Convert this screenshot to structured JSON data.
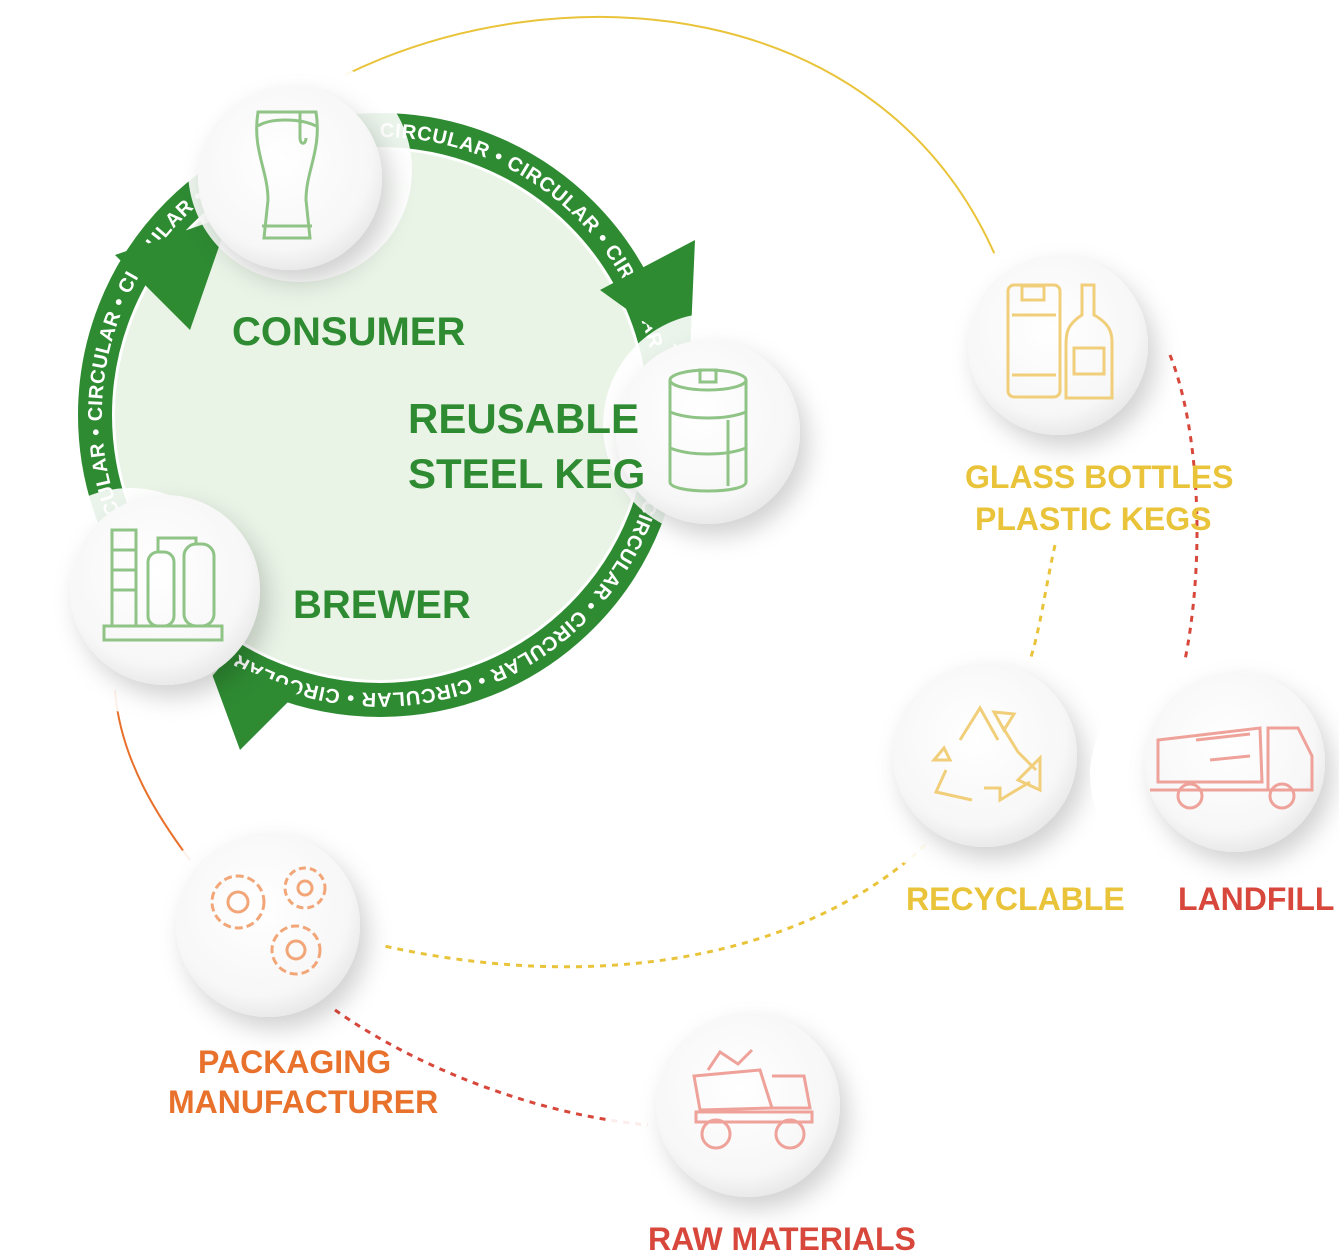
{
  "colors": {
    "green": "#2e8b32",
    "green_light": "#e9f3e6",
    "icon_green": "#8fc486",
    "yellow": "#e9c43a",
    "yellow_icon": "#f1cf7a",
    "red": "#d8473b",
    "red_icon": "#eea29a",
    "orange": "#e8712c",
    "orange_icon": "#f2a678"
  },
  "cycle": {
    "ring_word": "CIRCULAR",
    "ring_text": "CIRCULAR • CIRCULAR • CIRCULAR • CIRCULAR • CIRCULAR • CIRCULAR • CIRCULAR • CIRCULAR • CIRCULAR • CIRCULAR • CIRCULAR • CIRCULAR • CIRCULAR • "
  },
  "nodes": {
    "consumer": {
      "label": "CONSUMER",
      "icon": "beer-glass-icon"
    },
    "keg": {
      "label_line1": "REUSABLE",
      "label_line2": "STEEL KEG",
      "icon": "steel-keg-icon"
    },
    "brewer": {
      "label": "BREWER",
      "icon": "brewery-icon"
    },
    "glass": {
      "label_line1": "GLASS BOTTLES",
      "label_line2": "PLASTIC KEGS",
      "icon": "plastic-keg-and-bottle-icon"
    },
    "recyclable": {
      "label": "RECYCLABLE",
      "icon": "recycle-icon"
    },
    "landfill": {
      "label": "LANDFILL",
      "icon": "garbage-truck-icon"
    },
    "packaging": {
      "label_line1": "PACKAGING",
      "label_line2": "MANUFACTURER",
      "icon": "gears-icon"
    },
    "raw": {
      "label": "RAW MATERIALS",
      "icon": "dump-truck-icon"
    }
  }
}
